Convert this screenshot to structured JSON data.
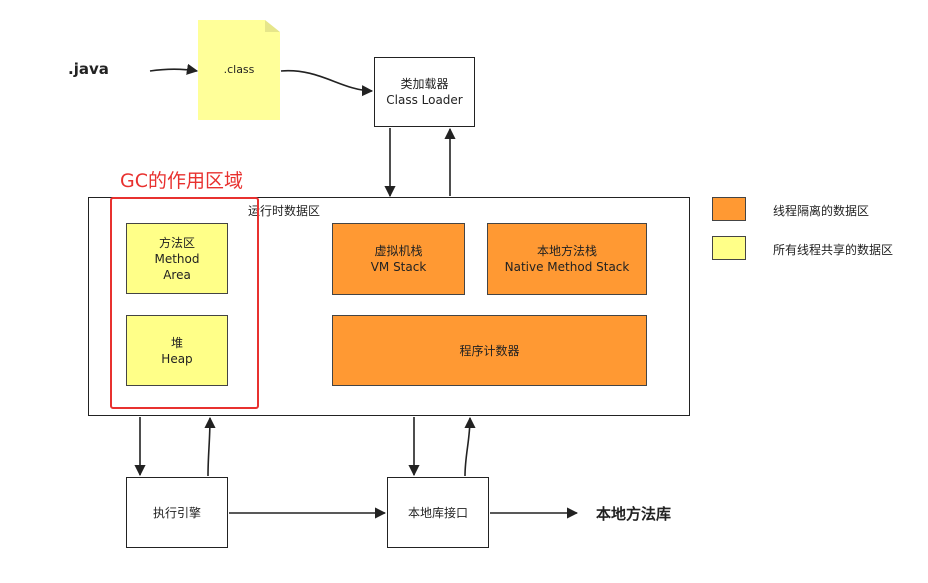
{
  "source": {
    "java_label": ".java",
    "class_label": ".class"
  },
  "class_loader": {
    "line1": "类加载器",
    "line2": "Class Loader"
  },
  "gc_label": "GC的作用区域",
  "runtime_area": {
    "title": "运行时数据区",
    "method_area": {
      "line1": "方法区",
      "line2": "Method",
      "line3": "Area"
    },
    "heap": {
      "line1": "堆",
      "line2": "Heap"
    },
    "vm_stack": {
      "line1": "虚拟机栈",
      "line2": "VM Stack"
    },
    "native_stack": {
      "line1": "本地方法栈",
      "line2": "Native Method Stack"
    },
    "pc_register": "程序计数器"
  },
  "legend": {
    "isolated": "线程隔离的数据区",
    "shared": "所有线程共享的数据区"
  },
  "bottom": {
    "engine": "执行引擎",
    "native_interface": "本地库接口",
    "native_library": "本地方法库"
  },
  "colors": {
    "isolated_fill": "#ff9933",
    "shared_fill": "#ffff88",
    "gc_outline": "#e8312f",
    "note_fill": "#ffff99"
  }
}
